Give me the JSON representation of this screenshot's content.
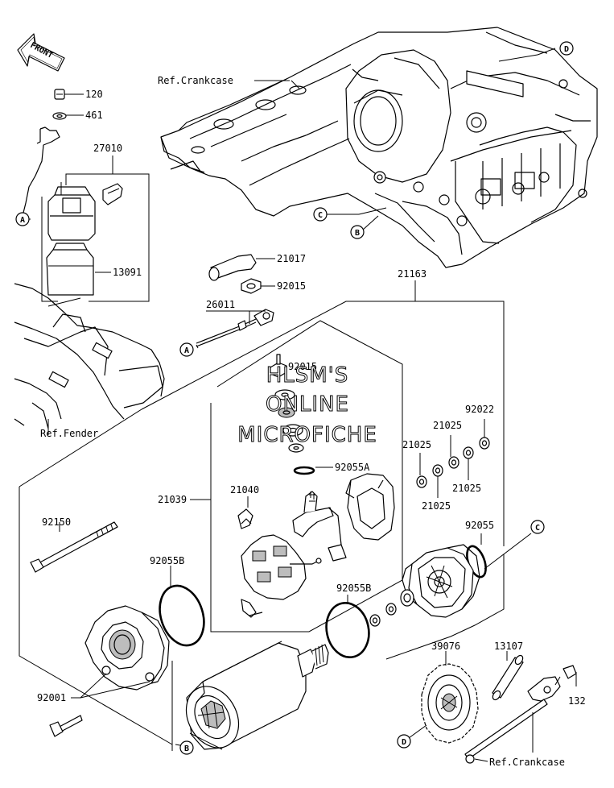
{
  "diagram": {
    "front_arrow": "FRONT",
    "watermark": [
      "HLSM'S",
      "ONLINE",
      "MICROFICHE"
    ],
    "ref_labels": {
      "crankcase_top": "Ref.Crankcase",
      "fender": "Ref.Fender",
      "crankcase_bottom": "Ref.Crankcase"
    },
    "part_numbers": {
      "p120": "120",
      "p461": "461",
      "p27010": "27010",
      "p13091": "13091",
      "p21017": "21017",
      "p92015a": "92015",
      "p26011": "26011",
      "p92015b": "92015",
      "p21163": "21163",
      "p92022": "92022",
      "p21025a": "21025",
      "p21025b": "21025",
      "p21025c": "21025",
      "p21025d": "21025",
      "p92055A": "92055A",
      "p21039": "21039",
      "p21040": "21040",
      "p92150": "92150",
      "p92055B_left": "92055B",
      "p92055": "92055",
      "p92055B_mid": "92055B",
      "p92001": "92001",
      "p39076": "39076",
      "p13107": "13107",
      "p132": "132"
    },
    "callouts": {
      "A_left": "A",
      "A_mid": "A",
      "B_top": "B",
      "B_bottom": "B",
      "C_top": "C",
      "C_right": "C",
      "D_top": "D",
      "D_bottom": "D"
    }
  }
}
